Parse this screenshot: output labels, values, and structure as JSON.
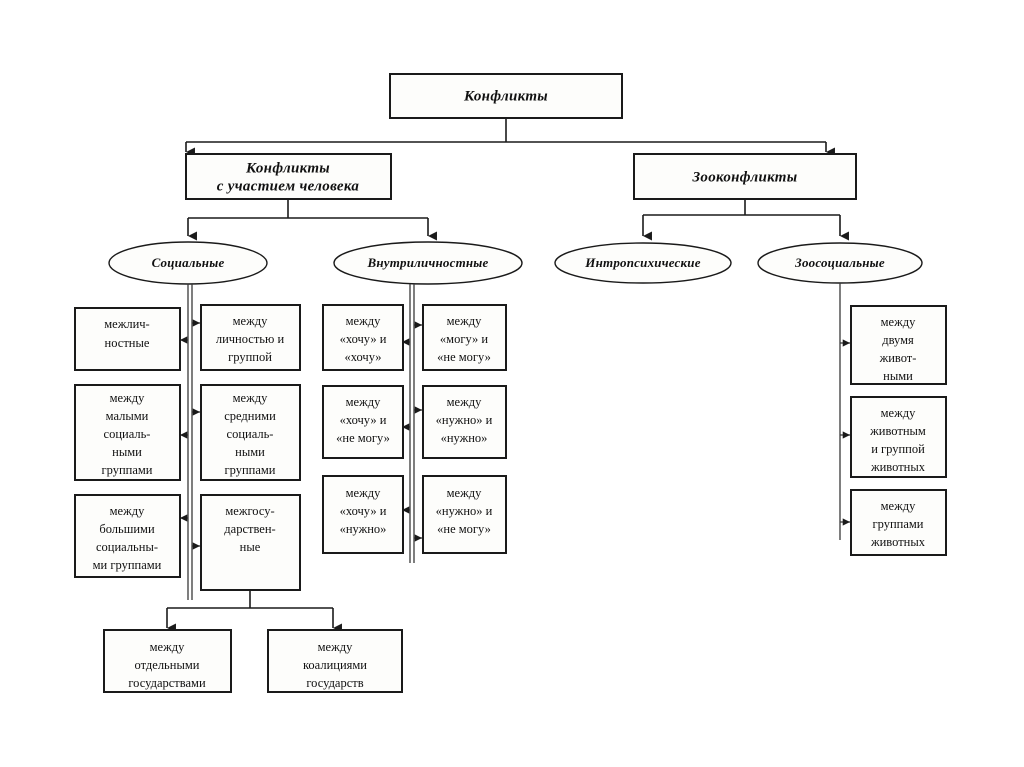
{
  "diagram": {
    "title": "Конфликты",
    "type": "hierarchy-tree",
    "colors": {
      "background": "#ffffff",
      "box_fill": "#fdfdfb",
      "stroke": "#1a1a1a",
      "text": "#111111"
    },
    "root": {
      "label": "Конфликты"
    },
    "level2": [
      {
        "id": "human",
        "label_lines": [
          "Конфликты",
          "с участием человека"
        ]
      },
      {
        "id": "zoo",
        "label_lines": [
          "Зооконфликты"
        ]
      }
    ],
    "level3": [
      {
        "id": "social",
        "label": "Социальные",
        "parent": "human"
      },
      {
        "id": "intrapersonal",
        "label": "Внутриличностные",
        "parent": "human"
      },
      {
        "id": "intropsychic",
        "label": "Интропсихические",
        "parent": "zoo"
      },
      {
        "id": "zoosocial",
        "label": "Зоосоциальные",
        "parent": "zoo"
      }
    ],
    "social_left_column": [
      {
        "lines": [
          "межлич-",
          "ностные"
        ]
      },
      {
        "lines": [
          "между",
          "малыми",
          "социаль-",
          "ными",
          "группами"
        ]
      },
      {
        "lines": [
          "между",
          "большими",
          "социальны-",
          "ми группами"
        ]
      }
    ],
    "social_right_column": [
      {
        "lines": [
          "между",
          "личностью и",
          "группой"
        ]
      },
      {
        "lines": [
          "между",
          "средними",
          "социаль-",
          "ными",
          "группами"
        ]
      },
      {
        "lines": [
          "межгосу-",
          "дарствен-",
          "ные"
        ]
      }
    ],
    "intrapersonal_left_column": [
      {
        "lines": [
          "между",
          "«хочу» и",
          "«хочу»"
        ]
      },
      {
        "lines": [
          "между",
          "«хочу» и",
          "«не могу»"
        ]
      },
      {
        "lines": [
          "между",
          "«хочу» и",
          "«нужно»"
        ]
      }
    ],
    "intrapersonal_right_column": [
      {
        "lines": [
          "между",
          "«могу» и",
          "«не могу»"
        ]
      },
      {
        "lines": [
          "между",
          "«нужно» и",
          "«нужно»"
        ]
      },
      {
        "lines": [
          "между",
          "«нужно» и",
          "«не могу»"
        ]
      }
    ],
    "zoosocial_column": [
      {
        "lines": [
          "между",
          "двумя",
          "живот-",
          "ными"
        ]
      },
      {
        "lines": [
          "между",
          "животным",
          "и группой",
          "животных"
        ]
      },
      {
        "lines": [
          "между",
          "группами",
          "животных"
        ]
      }
    ],
    "interstate_children": [
      {
        "lines": [
          "между",
          "отдельными",
          "государствами"
        ]
      },
      {
        "lines": [
          "между",
          "коалициями",
          "государств"
        ]
      }
    ]
  }
}
